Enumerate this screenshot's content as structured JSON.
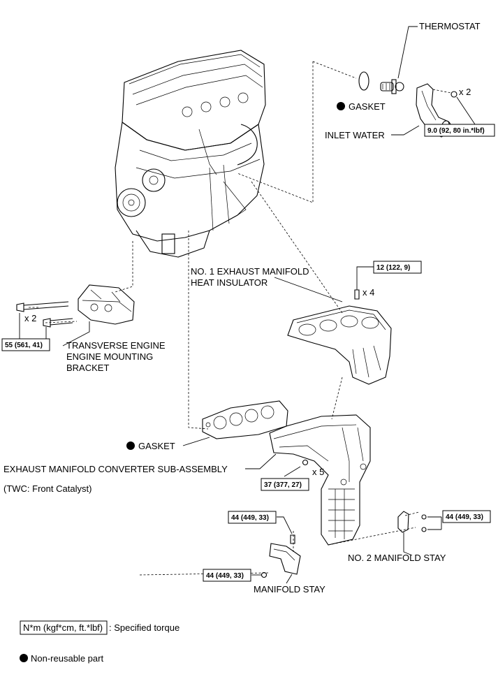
{
  "labels": {
    "thermostat": "THERMOSTAT",
    "gasket_top": "GASKET",
    "inlet_water": "INLET WATER",
    "qty_x2_inlet": "x 2",
    "exh_insulator_1": "NO. 1 EXHAUST MANIFOLD",
    "exh_insulator_2": "HEAT INSULATOR",
    "qty_x4": "x 4",
    "qty_x2_bracket": "x 2",
    "bracket_1": "TRANSVERSE ENGINE",
    "bracket_2": "ENGINE MOUNTING",
    "bracket_3": "BRACKET",
    "gasket_mid": "GASKET",
    "converter": "EXHAUST MANIFOLD CONVERTER SUB-ASSEMBLY",
    "qty_x5": "x 5",
    "twc": "(TWC: Front Catalyst)",
    "no2_stay": "NO. 2 MANIFOLD STAY",
    "manifold_stay": "MANIFOLD STAY"
  },
  "torques": {
    "inlet_water": "9.0 (92, 80 in.*lbf)",
    "insulator": "12 (122, 9)",
    "bracket": "55 (561, 41)",
    "converter": "37 (377, 27)",
    "stay_upper": "44 (449, 33)",
    "stay_lower": "44 (449, 33)",
    "no2_stay": "44 (449, 33)"
  },
  "legend": {
    "unit_box": "N*m (kgf*cm, ft.*lbf)",
    "unit_desc": ": Specified torque",
    "nonreusable": "Non-reusable part"
  }
}
